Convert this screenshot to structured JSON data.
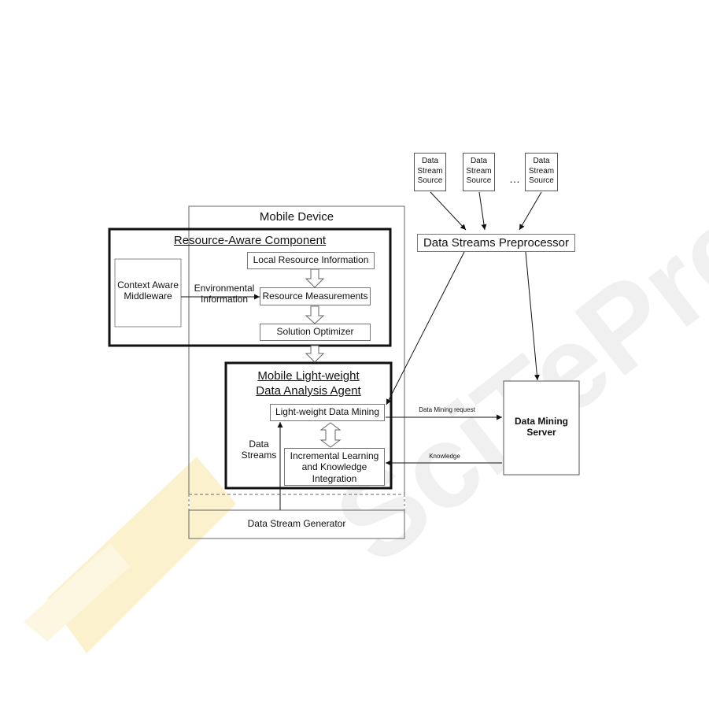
{
  "diagram": {
    "mobile_device": "Mobile Device",
    "resource_aware": {
      "title": "Resource-Aware Component",
      "context_middleware": "Context Aware Middleware",
      "environmental_info": "Environmental Information",
      "local_resource_info": "Local Resource Information",
      "resource_measurements": "Resource Measurements",
      "solution_optimizer": "Solution Optimizer"
    },
    "analysis_agent": {
      "title_line1": "Mobile Light-weight",
      "title_line2": "Data Analysis Agent",
      "light_mining": "Light-weight Data Mining",
      "incremental": "Incremental Learning and Knowledge Integration"
    },
    "data_streams_label": "Data Streams",
    "stream_generator": "Data Stream Generator",
    "sources": [
      {
        "label": "Data Stream Source"
      },
      {
        "label": "Data Stream Source"
      },
      {
        "label": "Data Stream Source"
      }
    ],
    "ellipsis": "…",
    "preprocessor": "Data Streams Preprocessor",
    "mining_server": "Data Mining Server",
    "mining_request": "Data Mining request",
    "knowledge": "Knowledge"
  },
  "watermark": "SciTePress Science and Technology Publications",
  "colors": {
    "line": "#111111",
    "frame": "#555555",
    "watermark": "#ececec",
    "watermark_yellow": "#fbeec2"
  }
}
